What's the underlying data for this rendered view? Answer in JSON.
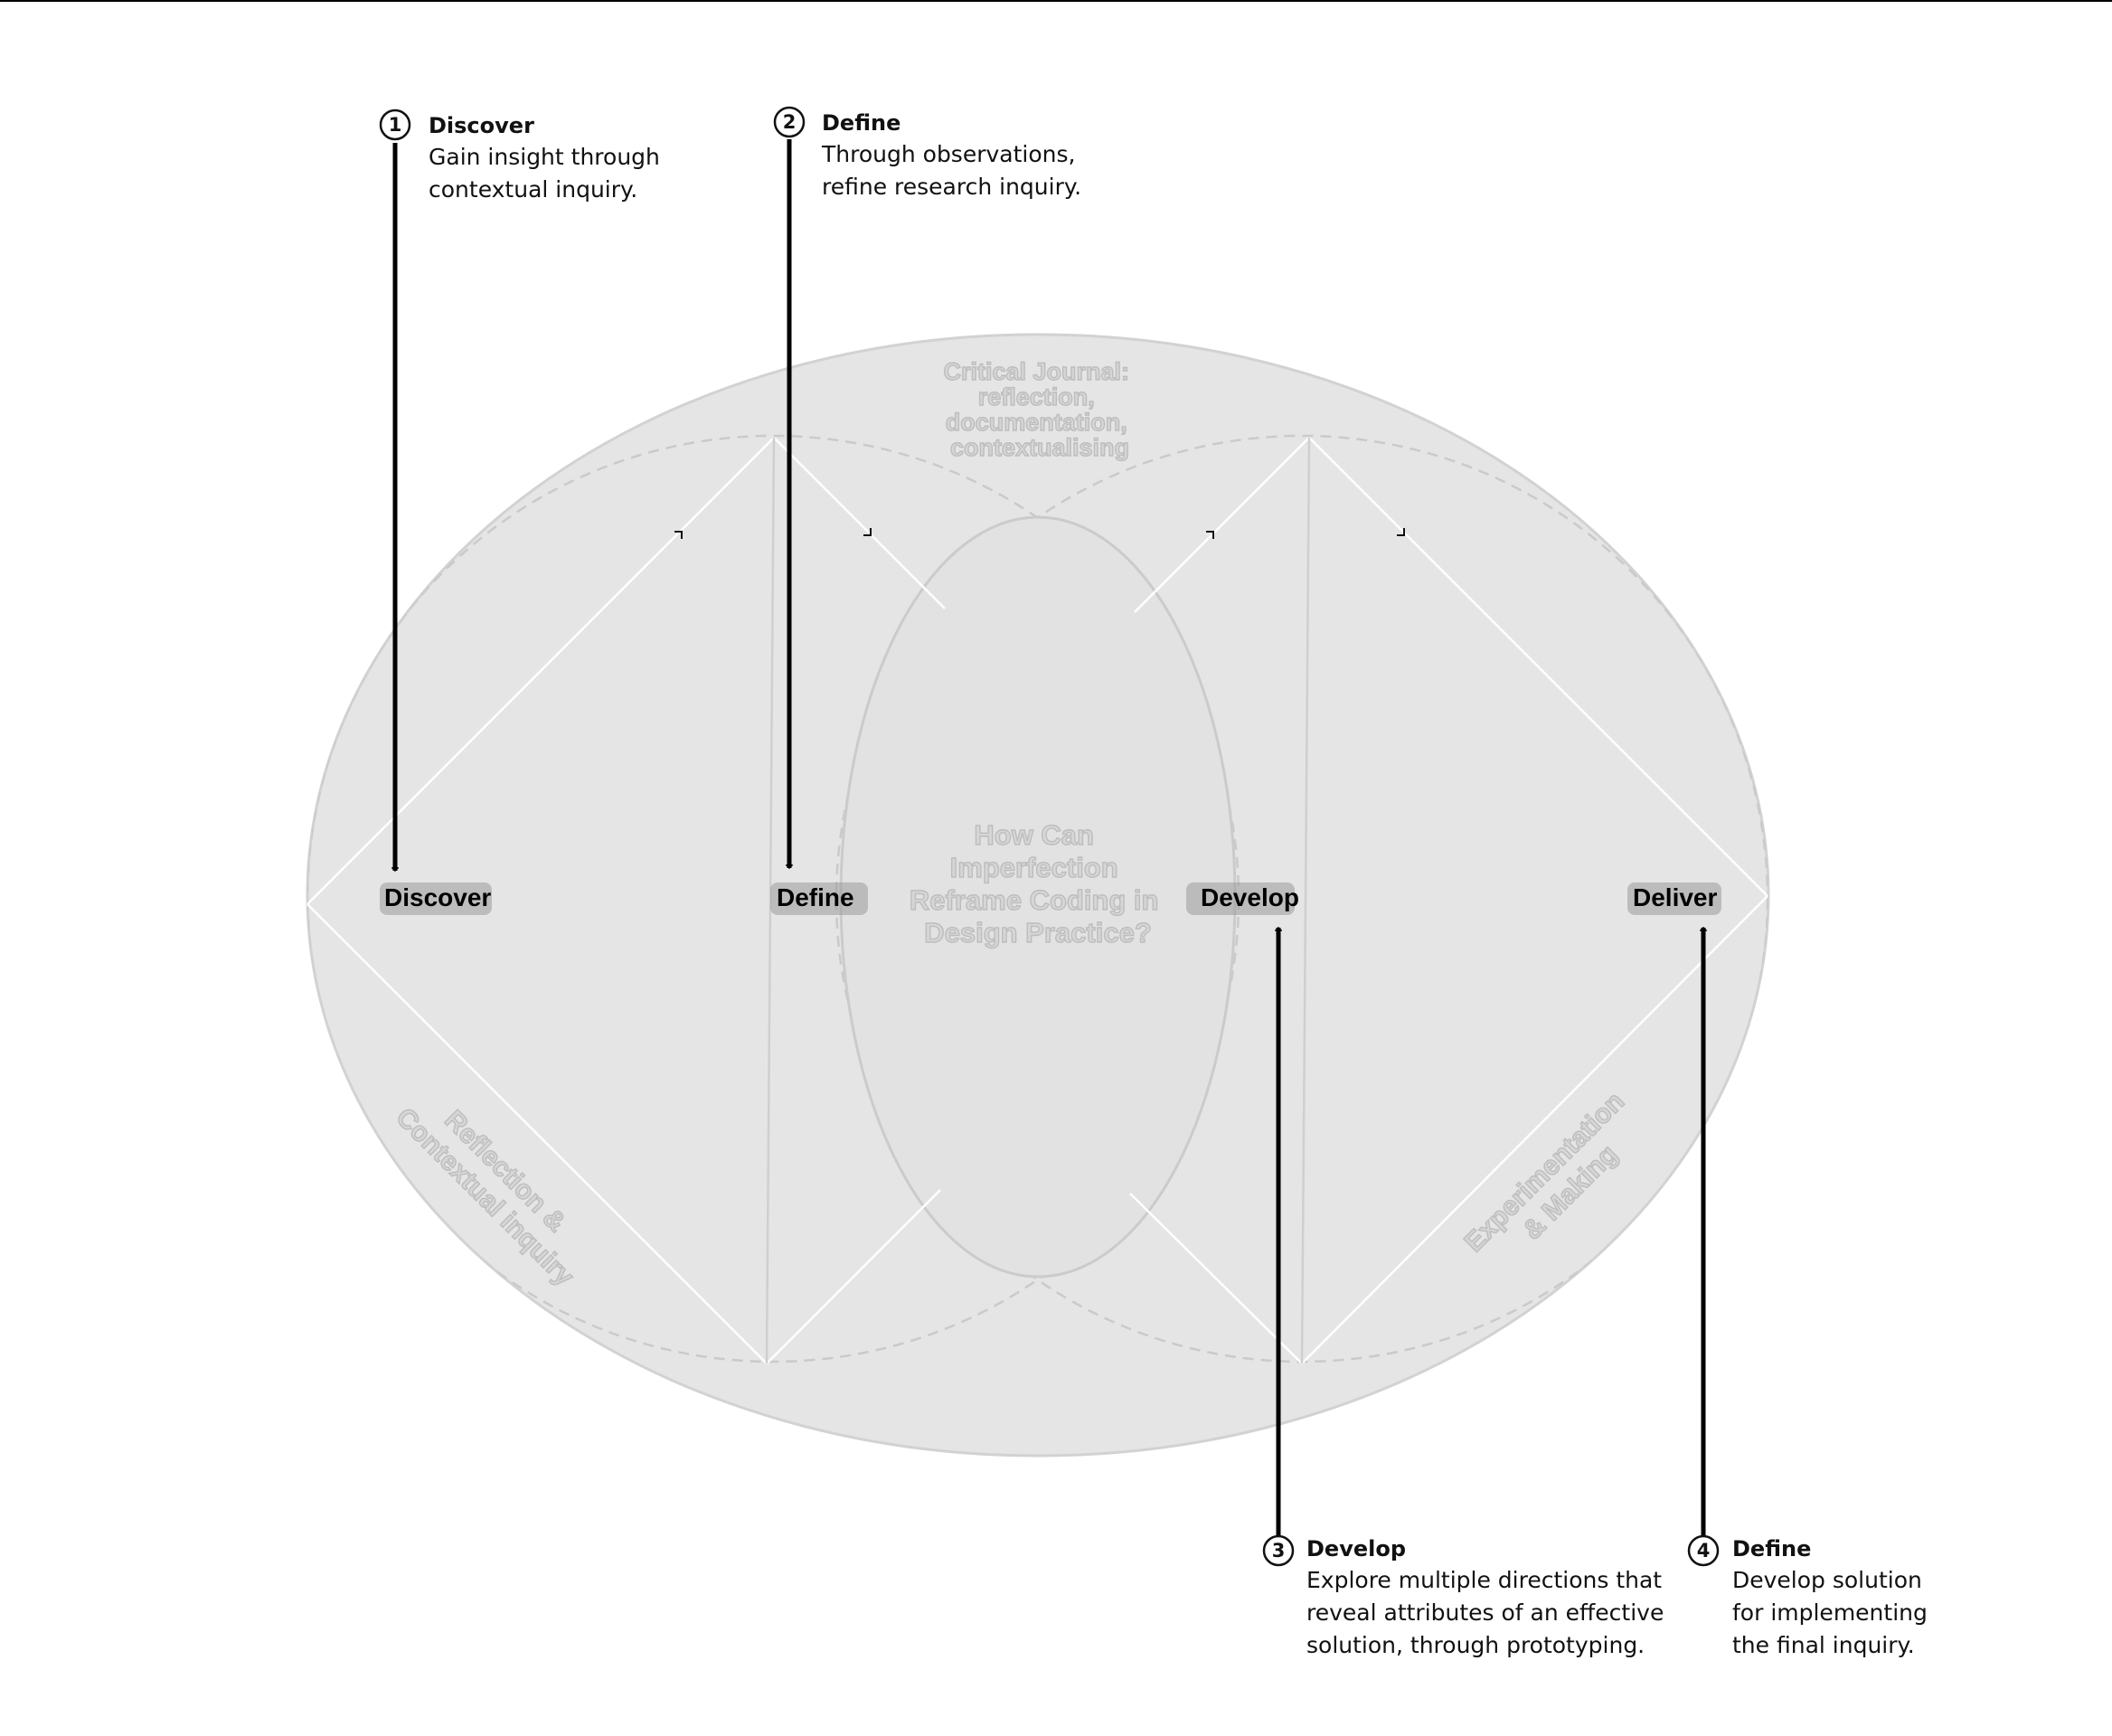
{
  "colors": {
    "background": "#ffffff",
    "ellipse_fill": "#e5e5e5",
    "ellipse_stroke": "#cfcfcf",
    "diamond_line": "#ffffff",
    "arrow": "#000000",
    "ghost_text": "#d6d6d6"
  },
  "annotations": [
    {
      "number": "1",
      "title": "Discover",
      "body": "Gain insight through\ncontextual inquiry."
    },
    {
      "number": "2",
      "title": "Define",
      "body": "Through observations,\nrefine research inquiry."
    },
    {
      "number": "3",
      "title": "Develop",
      "body": "Explore multiple directions that\nreveal attributes of an effective\nsolution, through prototyping."
    },
    {
      "number": "4",
      "title": "Define",
      "body": "Develop solution\nfor implementing\nthe final inquiry."
    }
  ],
  "phases": [
    "Discover",
    "Define",
    "Develop",
    "Deliver"
  ],
  "center_question": [
    "How Can",
    "Imperfection",
    "Reframe Coding in",
    "Design Practice?"
  ],
  "top_label": [
    "Critical Journal:",
    "reflection,",
    "documentation,",
    "contextualising"
  ],
  "left_label": [
    "Reflection &",
    "Contextual inquiry"
  ],
  "right_label": [
    "Experimentation",
    "& Making"
  ]
}
